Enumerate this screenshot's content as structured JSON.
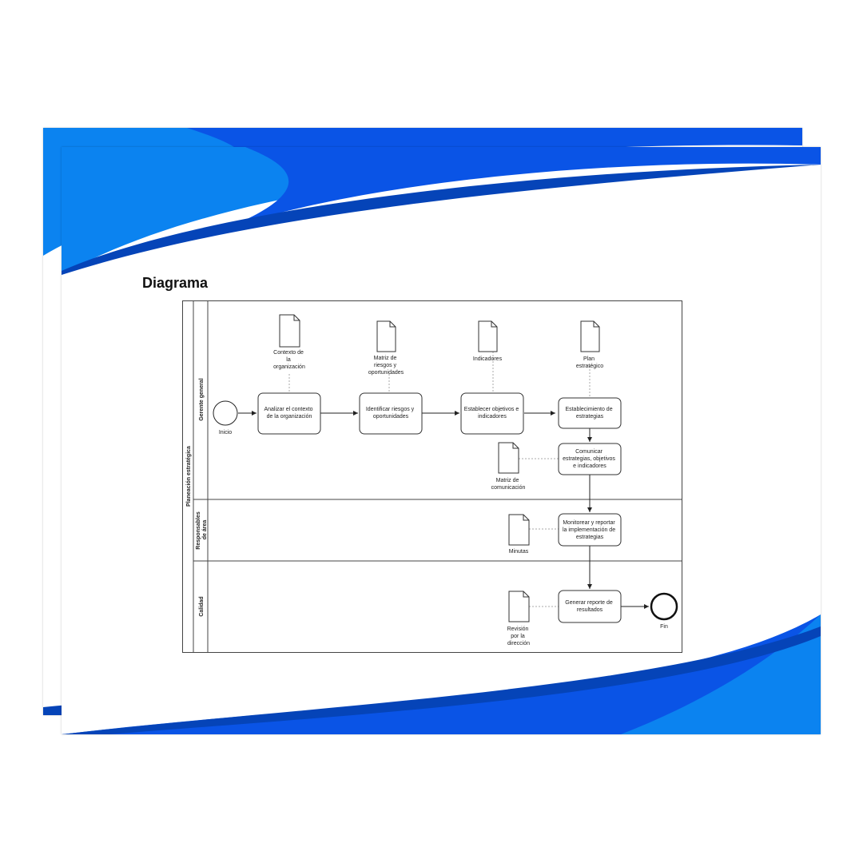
{
  "slide": {
    "title": "Diagrama",
    "colors": {
      "accent_light": "#0b83f0",
      "accent_mid": "#0a54e6",
      "accent_dark": "#0544b8"
    }
  },
  "diagram": {
    "pool": "Planeación estratégica",
    "lanes": {
      "gerente": "Gerente general",
      "responsables": [
        "Responsables",
        "de área"
      ],
      "calidad": "Calidad"
    },
    "events": {
      "start": "Inicio",
      "end": "Fin"
    },
    "tasks": {
      "analizar": [
        "Analizar el contexto",
        "de la organización"
      ],
      "identificar": [
        "Identificar riesgos y",
        "oportunidades"
      ],
      "establecer": [
        "Establecer objetivos e",
        "indicadores"
      ],
      "estrategias": [
        "Establecimiento de",
        "estrategias"
      ],
      "comunicar": [
        "Comunicar",
        "estrategias, objetivos",
        "e indicadores"
      ],
      "monitorear": [
        "Monitorear y reportar",
        "la implementación de",
        "estrategias"
      ],
      "generar": [
        "Generar reporte de",
        "resultados"
      ]
    },
    "documents": {
      "contexto": [
        "Contexto de",
        "la",
        "organización"
      ],
      "matriz_riesgos": [
        "Matriz de",
        "riesgos y",
        "oportunidades"
      ],
      "indicadores": [
        "Indicadores"
      ],
      "plan": [
        "Plan",
        "estratégico"
      ],
      "matriz_com": [
        "Matriz de",
        "comunicación"
      ],
      "minutas": [
        "Minutas"
      ],
      "revision": [
        "Revisión",
        "por la",
        "dirección"
      ]
    }
  }
}
